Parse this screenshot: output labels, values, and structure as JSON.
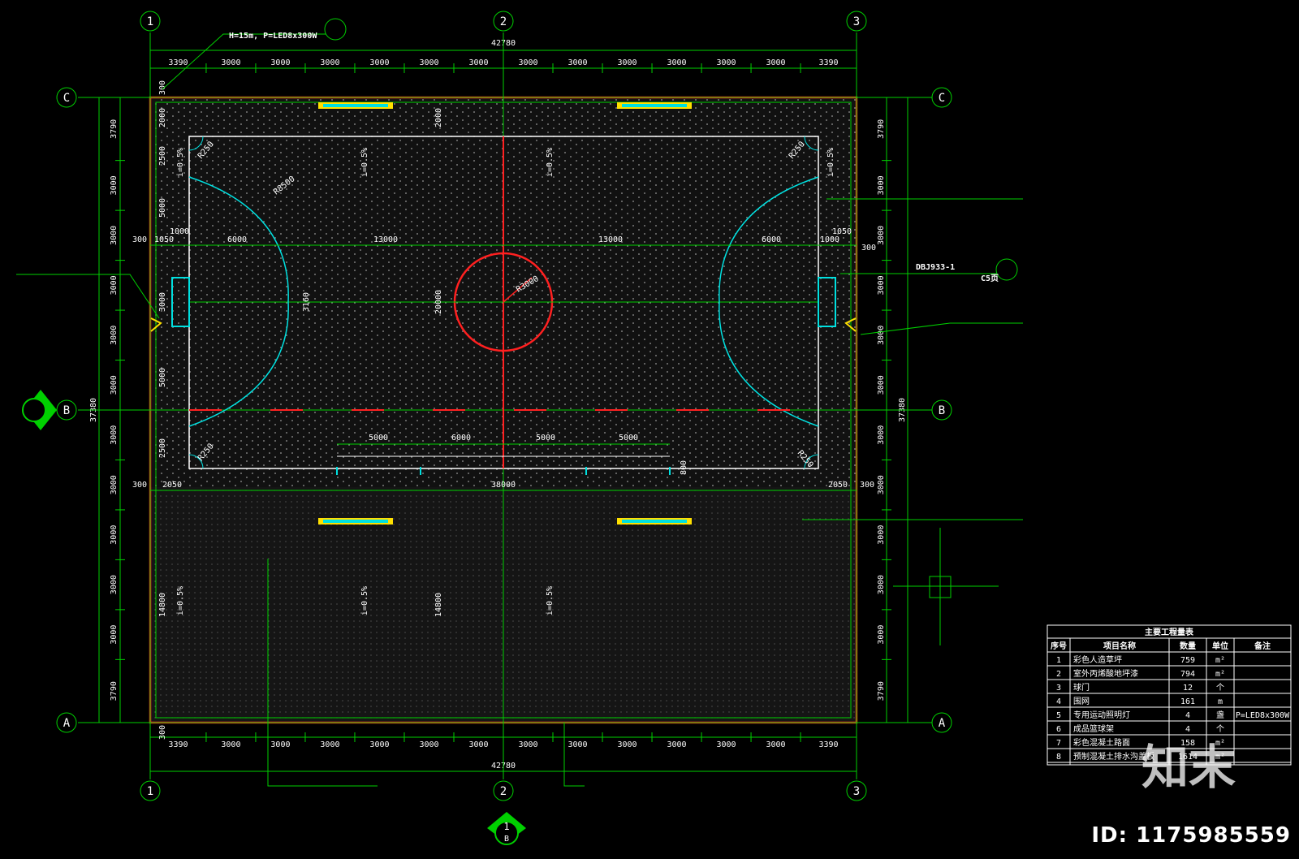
{
  "dims_top": {
    "total": "42780",
    "segments": [
      "3390",
      "3000",
      "3000",
      "3000",
      "3000",
      "3000",
      "3000",
      "3000",
      "3000",
      "3000",
      "3000",
      "3000",
      "3000",
      "3390"
    ]
  },
  "dims_bottom": {
    "total": "42780",
    "segments": [
      "3390",
      "3000",
      "3000",
      "3000",
      "3000",
      "3000",
      "3000",
      "3000",
      "3000",
      "3000",
      "3000",
      "3000",
      "3000",
      "3390"
    ]
  },
  "dims_left": {
    "total": "37380",
    "segments": [
      "3790",
      "3000",
      "3000",
      "3000",
      "3000",
      "3000",
      "3000",
      "3000",
      "3000",
      "3000",
      "3000",
      "3790"
    ]
  },
  "dims_right": {
    "total": "37380",
    "segments": [
      "3790",
      "3000",
      "3000",
      "3000",
      "3000",
      "3000",
      "3000",
      "3000",
      "3000",
      "3000",
      "3000",
      "3790"
    ]
  },
  "grid": {
    "col_1": "1",
    "col_2": "2",
    "col_3": "3",
    "row_a": "A",
    "row_b": "B",
    "row_c": "C"
  },
  "court_dims": {
    "half_left": "13000",
    "half_right": "13000",
    "goal_left": "6000",
    "goal_right": "6000",
    "side_300_l": "300",
    "side_1050_l": "1050",
    "side_1000_l": "1000",
    "side_1000_r": "1000",
    "side_1050_r": "1050",
    "side_300_r": "300",
    "width_20000": "20000",
    "length_38000": "38000",
    "bot_2050_l": "2050",
    "bot_2050_r": "2050",
    "bot_300_l": "300",
    "bot_300_r": "300",
    "zone_5000_a": "5000",
    "zone_6000": "6000",
    "zone_5000_b": "5000",
    "zone_5000_c": "5000",
    "v_2000_a": "2000",
    "v_2000_b": "2000",
    "v_2500_a": "2500",
    "v_5000": "5000",
    "v_3000": "3000",
    "v_5000_b": "5000",
    "v_2500_b": "2500",
    "v_3160": "3160",
    "v_14800_a": "14800",
    "v_14800_b": "14800",
    "v_300_t": "300",
    "v_300_b": "300",
    "v_800": "800",
    "r_8500": "R8500",
    "r_3000": "R3000",
    "r_250_tl": "R250",
    "r_250_tr": "R250",
    "r_250_bl": "R250",
    "r_250_br": "R250"
  },
  "slopes": [
    "i=0.5%",
    "i=0.5%",
    "i=0.5%",
    "i=0.5%",
    "i=0.5%",
    "i=0.5%",
    "i=0.5%"
  ],
  "callouts": {
    "light_top": "H=15m, P=LED8x300W",
    "ref_mark_1": "DBJ933-1",
    "ref_mark_1_sub": "C5页"
  },
  "table": {
    "title": "主要工程量表",
    "headers": [
      "序号",
      "项目名称",
      "数量",
      "单位",
      "备注"
    ],
    "rows": [
      [
        "1",
        "彩色人造草坪",
        "759",
        "m²",
        ""
      ],
      [
        "2",
        "室外丙烯酸地坪漆",
        "794",
        "m²",
        ""
      ],
      [
        "3",
        "球门",
        "12",
        "个",
        ""
      ],
      [
        "4",
        "围网",
        "161",
        "m",
        ""
      ],
      [
        "5",
        "专用运动照明灯",
        "4",
        "盏",
        "P=LED8x300W"
      ],
      [
        "6",
        "成品篮球架",
        "4",
        "个",
        ""
      ],
      [
        "7",
        "彩色混凝土路面",
        "158",
        "m²",
        ""
      ],
      [
        "8",
        "预制混凝土排水沟盖板",
        "1614",
        "m²",
        ""
      ]
    ]
  },
  "watermark": {
    "logo": "知末",
    "id": "ID: 1175985559"
  },
  "section_marker": {
    "top": "1",
    "bottom": "B"
  },
  "colors": {
    "green": "#00d000",
    "red": "#ff2020",
    "cyan": "#00e0e0",
    "yellow": "#ffe000",
    "white": "#ffffff"
  }
}
